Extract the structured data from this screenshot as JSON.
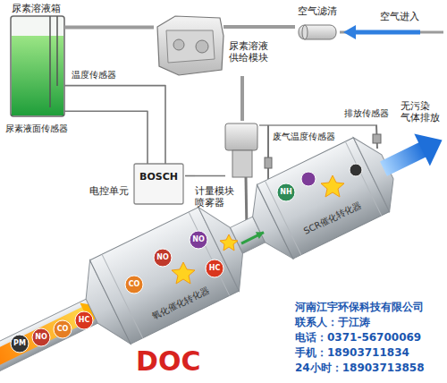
{
  "diagram": {
    "nodes": [
      {
        "text": [
          "尿素溶液箱"
        ]
      },
      {
        "text": [
          "尿素溶液 供给模块"
        ]
      },
      {
        "text": [
          "空气滤清"
        ]
      },
      {
        "text": [
          "BOSCH",
          "电控单元"
        ]
      },
      {
        "text": [
          "计量模块 喷雾器"
        ]
      },
      {
        "text": [
          "氧化催化转化器"
        ]
      },
      {
        "text": [
          "SCR催化转化器"
        ]
      },
      {
        "text": [
          "河南江宇环保科技有限公司",
          "联系人：于江涛",
          "电话：0371-56700069",
          "手机：18903711834",
          "24小时：18903713858"
        ]
      }
    ],
    "edges": [
      {
        "from": 0,
        "to": 1,
        "arrow": "none"
      },
      {
        "from": 2,
        "to": 1,
        "arrow": "none"
      },
      {
        "from": 1,
        "to": 4,
        "arrow": "none"
      },
      {
        "from": 0,
        "to": 3,
        "arrow": "none"
      },
      {
        "from": 0,
        "to": 3,
        "arrow": "none"
      },
      {
        "from": 3,
        "to": 4,
        "arrow": "none"
      },
      {
        "from": 5,
        "to": 6,
        "arrow": "to"
      }
    ],
    "labels": [
      "空气进入",
      "温度传感器",
      "尿素液面传感器",
      "排放传感器",
      "废气温度传感器",
      "无污染 气体排放",
      "PM",
      "NO",
      "CO",
      "HC",
      "NO",
      "NO",
      "CO",
      "HC",
      "NH",
      "DOC"
    ]
  }
}
